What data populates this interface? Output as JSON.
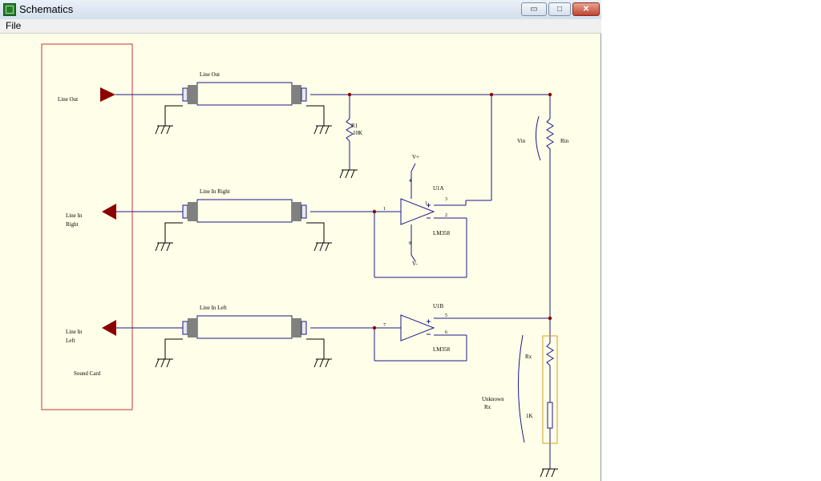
{
  "window": {
    "title": "Schematics",
    "icon": "schematic-app-icon"
  },
  "titlebar": {
    "minimize_icon": "minimize-icon",
    "maximize_icon": "maximize-icon",
    "close_icon": "close-icon",
    "min_glyph": "▭",
    "max_glyph": "□",
    "close_glyph": "✕"
  },
  "menu": {
    "file": "File"
  },
  "schematic": {
    "sound_card": "Sound Card",
    "port_line_out": "Line Out",
    "port_right_1": "Line In",
    "port_right_2": "Right",
    "port_left_1": "Line In",
    "port_left_2": "Left",
    "cable_line_out": "Line Out",
    "cable_right": "Line In Right",
    "cable_left": "Line In Left",
    "r1_ref": "R1",
    "r1_value": "10K",
    "vin": "Vin",
    "rin": "Rin",
    "v_plus": "V+",
    "v_minus": "V-",
    "u1a": "U1A",
    "u1b": "U1B",
    "lm358_a": "LM358",
    "lm358_b": "LM358",
    "pin4": "4",
    "pin8": "8",
    "pin1": "1",
    "pin1b": "1",
    "pin2": "2",
    "pin3": "3",
    "pin5": "5",
    "pin6": "6",
    "pin7": "7",
    "rx": "Rx",
    "unknown_1": "Unknown",
    "unknown_2": "Rx",
    "one_k": "1K",
    "colors": {
      "wire": "#1a1a8c",
      "port": "#8b0000",
      "frame": "#cc3333",
      "node": "#8b0000",
      "box": "#d4a020"
    }
  }
}
